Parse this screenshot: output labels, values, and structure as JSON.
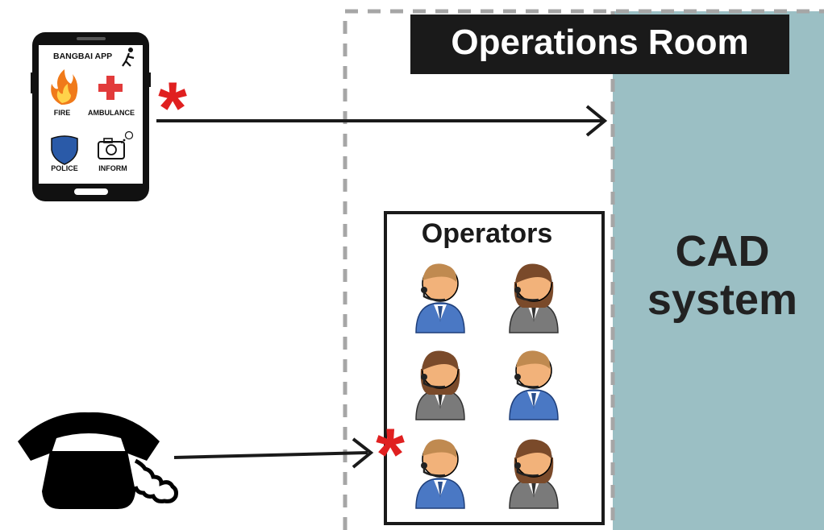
{
  "room": {
    "title": "Operations Room"
  },
  "cad": {
    "line1": "CAD",
    "line2": "system"
  },
  "operators": {
    "title": "Operators"
  },
  "app": {
    "title": "BANGBAI APP",
    "buttons": [
      {
        "label": "FIRE",
        "icon": "fire-icon"
      },
      {
        "label": "AMBULANCE",
        "icon": "red-cross-icon"
      },
      {
        "label": "POLICE",
        "icon": "police-shield-icon"
      },
      {
        "label": "INFORM",
        "icon": "camera-icon"
      }
    ]
  },
  "colors": {
    "cad_panel": "#9bbfc4",
    "room_border": "#a6a6a6",
    "asterisk": "#e02020",
    "title_bg": "#1a1a1a",
    "blue_suit": "#4a78c4",
    "grey_suit": "#7a7a7a"
  }
}
